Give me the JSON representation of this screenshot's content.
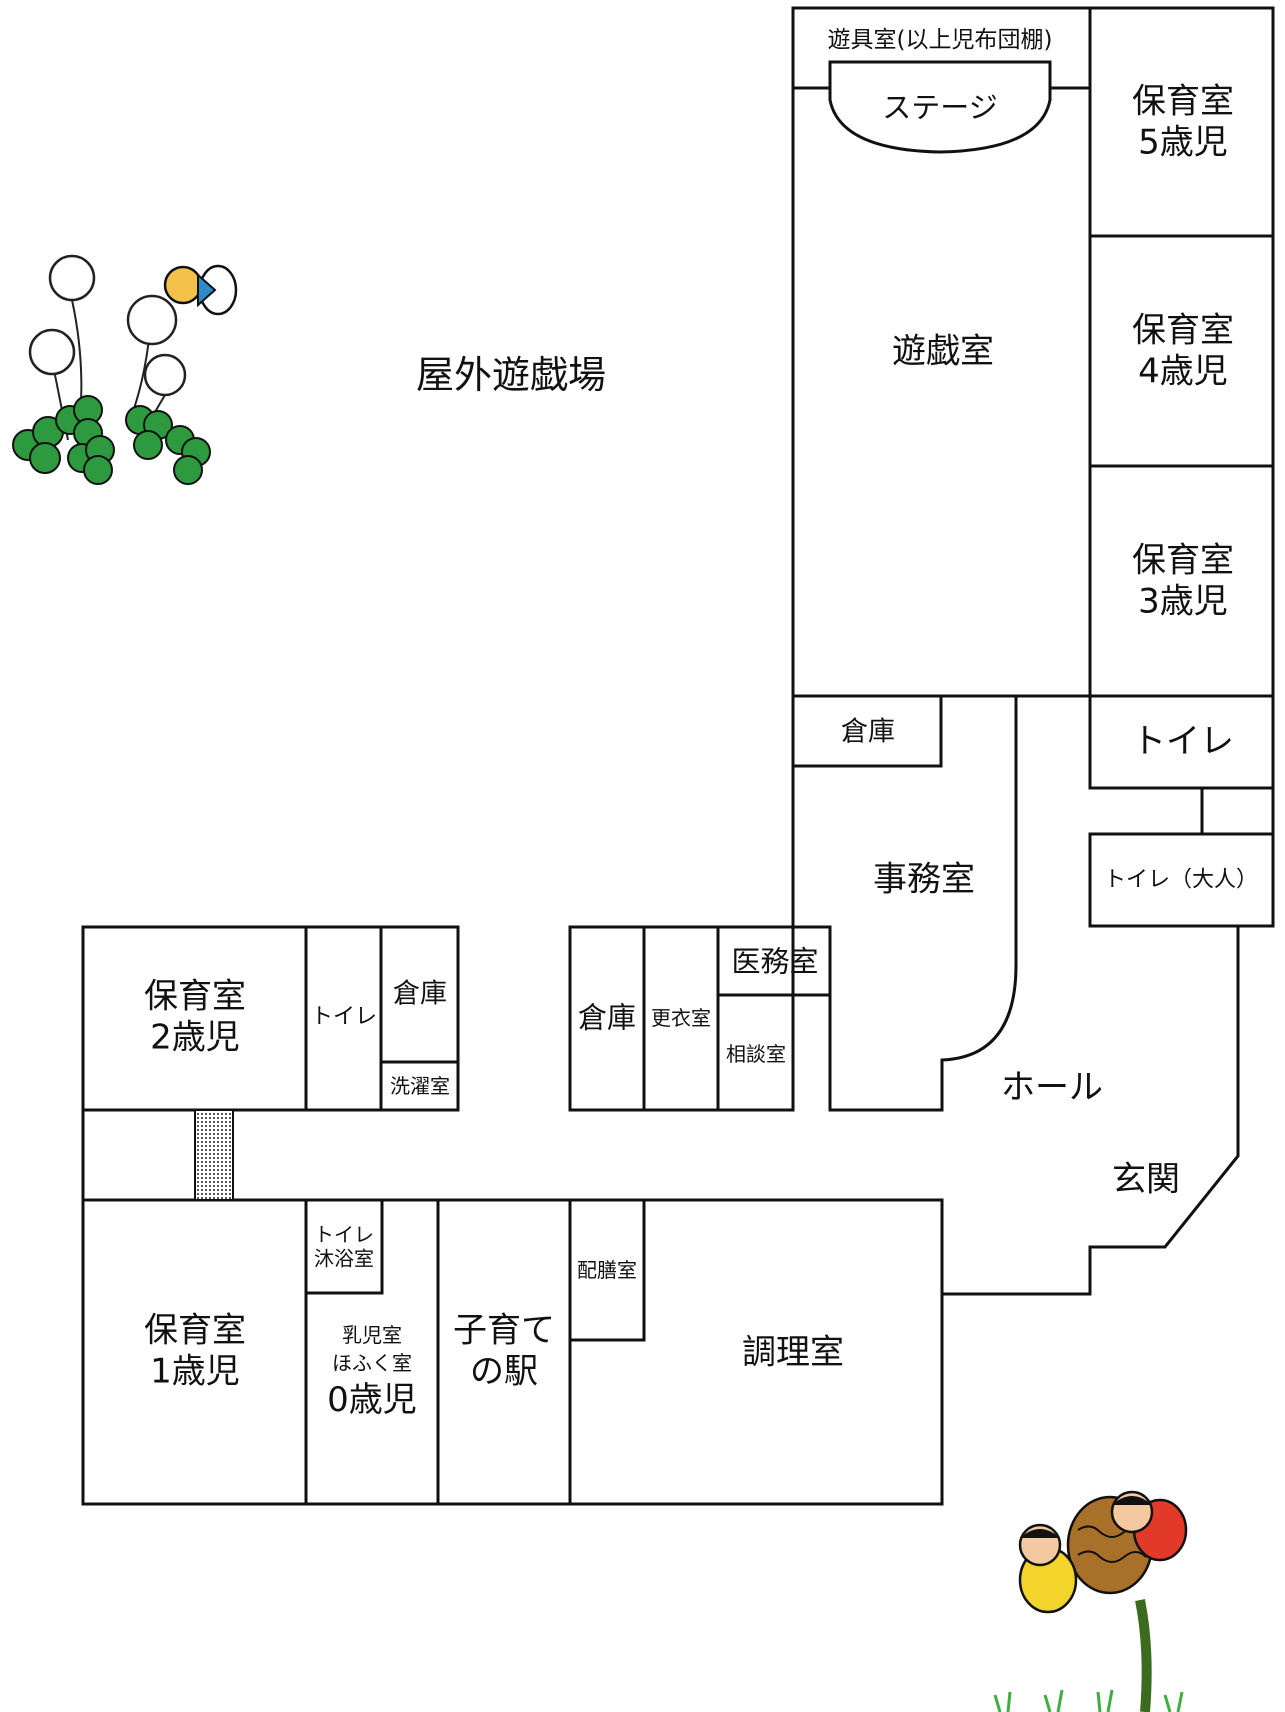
{
  "plan": {
    "outdoor": "屋外遊戯場",
    "toy_room": "遊具室(以上児布団棚)",
    "stage": "ステージ",
    "playroom": "遊戯室",
    "room5": {
      "line1": "保育室",
      "line2": "5歳児"
    },
    "room4": {
      "line1": "保育室",
      "line2": "4歳児"
    },
    "room3": {
      "line1": "保育室",
      "line2": "3歳児"
    },
    "toilet_upper": "トイレ",
    "toilet_adult": "トイレ（大人）",
    "storage_office": "倉庫",
    "office": "事務室",
    "hall": "ホール",
    "entrance": "玄関",
    "medical": "医務室",
    "consultation": "相談室",
    "locker": "更衣室",
    "storage_mid": "倉庫",
    "room2": {
      "line1": "保育室",
      "line2": "2歳児"
    },
    "toilet_room2": "トイレ",
    "storage_room2": "倉庫",
    "laundry": "洗濯室",
    "room1": {
      "line1": "保育室",
      "line2": "1歳児"
    },
    "toilet_bath": {
      "line1": "トイレ",
      "line2": "沐浴室"
    },
    "infant": {
      "line1": "乳児室",
      "line2": "ほふく室",
      "line3": "0歳児"
    },
    "kosodate": {
      "line1": "子育て",
      "line2": "の駅"
    },
    "serving": "配膳室",
    "kitchen": "調理室"
  }
}
